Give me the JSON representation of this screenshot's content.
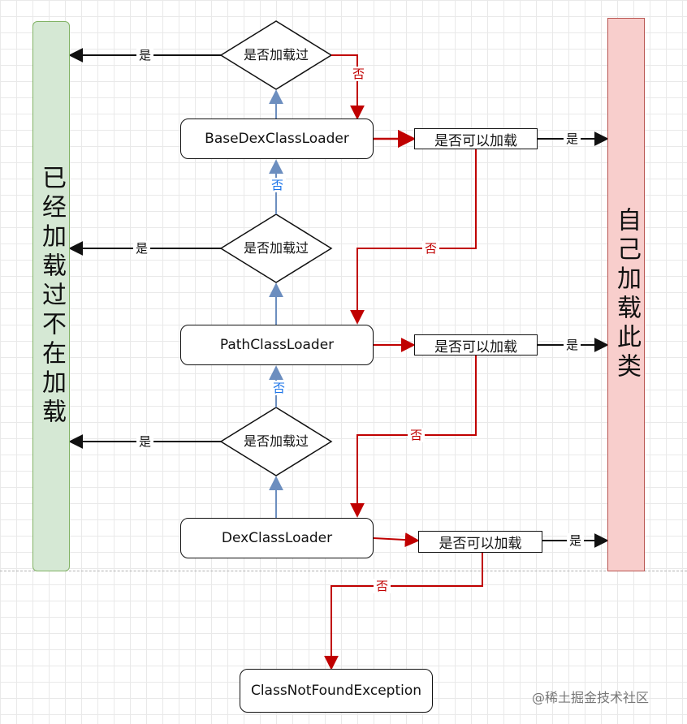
{
  "left_bar": {
    "text": "已经加载过不在加载"
  },
  "right_bar": {
    "text": "自己加载此类"
  },
  "loaders": {
    "base": "BaseDexClassLoader",
    "path": "PathClassLoader",
    "dex": "DexClassLoader"
  },
  "exception": "ClassNotFoundException",
  "decision": {
    "loaded": "是否加载过",
    "can_load": "是否可以加载"
  },
  "labels": {
    "yes": "是",
    "no": "否"
  },
  "watermark": "@稀土掘金技术社区",
  "colors": {
    "red": "#c00000",
    "blue": "#6c8ebf",
    "black": "#111111",
    "green_fill": "#d5e8d4",
    "red_fill": "#f8cecc"
  }
}
